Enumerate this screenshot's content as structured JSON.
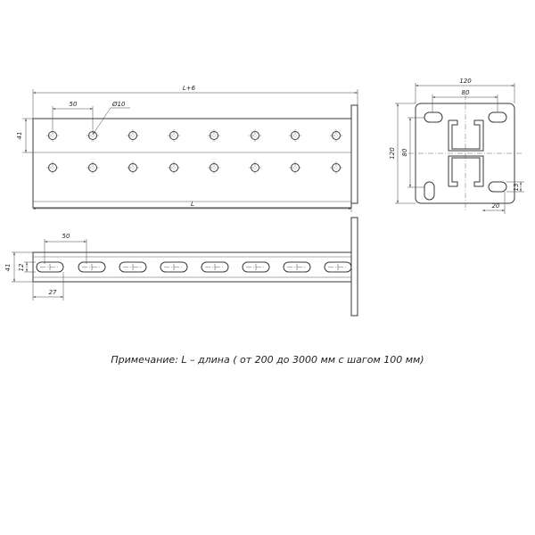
{
  "drawing": {
    "side_view": {
      "dim_overall_length": "L+6",
      "dim_hole_pitch": "50",
      "dim_hole_diameter": "Ø10",
      "dim_height": "41",
      "dim_length": "L"
    },
    "end_view": {
      "dim_plate_width": "120",
      "dim_hole_spacing_h": "80",
      "dim_plate_height": "120",
      "dim_hole_spacing_v": "80",
      "dim_slot_offset": "20",
      "dim_slot_width": "13"
    },
    "top_view": {
      "dim_slot_pitch": "50",
      "dim_height": "41",
      "dim_slot_height": "12",
      "dim_slot_length": "27"
    }
  },
  "note": "Примечание: L – длина ( от 200 до 3000 мм с шагом 100 мм)"
}
